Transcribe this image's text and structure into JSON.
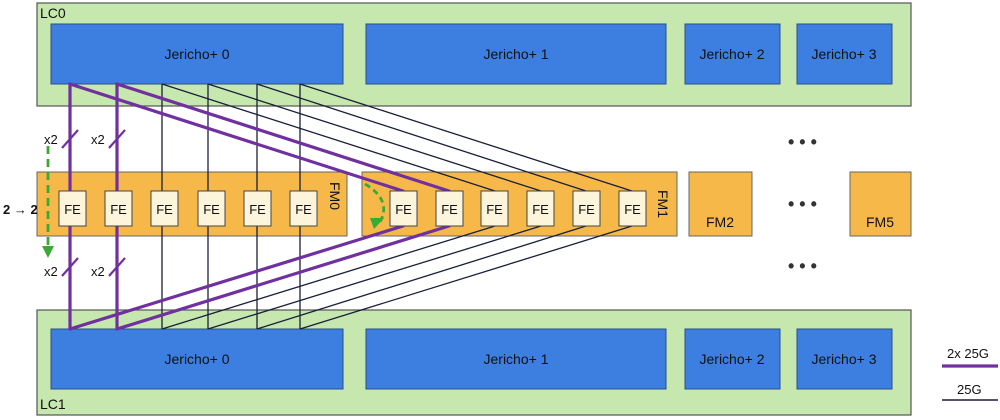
{
  "colors": {
    "lc_fill": "#c6e7ad",
    "chip_fill": "#3d7fe0",
    "fm_fill": "#f7b84a",
    "fe_fill": "#fdf4dc",
    "purple": "#7030a0",
    "dark_line": "#1a1f3a",
    "green_arrow": "#3aaa35"
  },
  "lc0": {
    "label": "LC0",
    "chips": [
      "Jericho+ 0",
      "Jericho+ 1",
      "Jericho+ 2",
      "Jericho+ 3"
    ]
  },
  "lc1": {
    "label": "LC1",
    "chips": [
      "Jericho+ 0",
      "Jericho+ 1",
      "Jericho+ 2",
      "Jericho+ 3"
    ]
  },
  "fm0": {
    "label": "FM0",
    "fe_labels": [
      "FE",
      "FE",
      "FE",
      "FE",
      "FE",
      "FE"
    ]
  },
  "fm1": {
    "label": "FM1",
    "fe_labels": [
      "FE",
      "FE",
      "FE",
      "FE",
      "FE",
      "FE"
    ]
  },
  "fm2": {
    "label": "FM2"
  },
  "fm5": {
    "label": "FM5"
  },
  "link_marks": {
    "top_left": "x2",
    "top_right": "x2",
    "bottom_left": "x2",
    "bottom_right": "x2"
  },
  "arrow_label": "2 → 2",
  "ellipsis": "• • •",
  "legend": {
    "purple_label": "2x 25G",
    "dark_label": "25G"
  }
}
